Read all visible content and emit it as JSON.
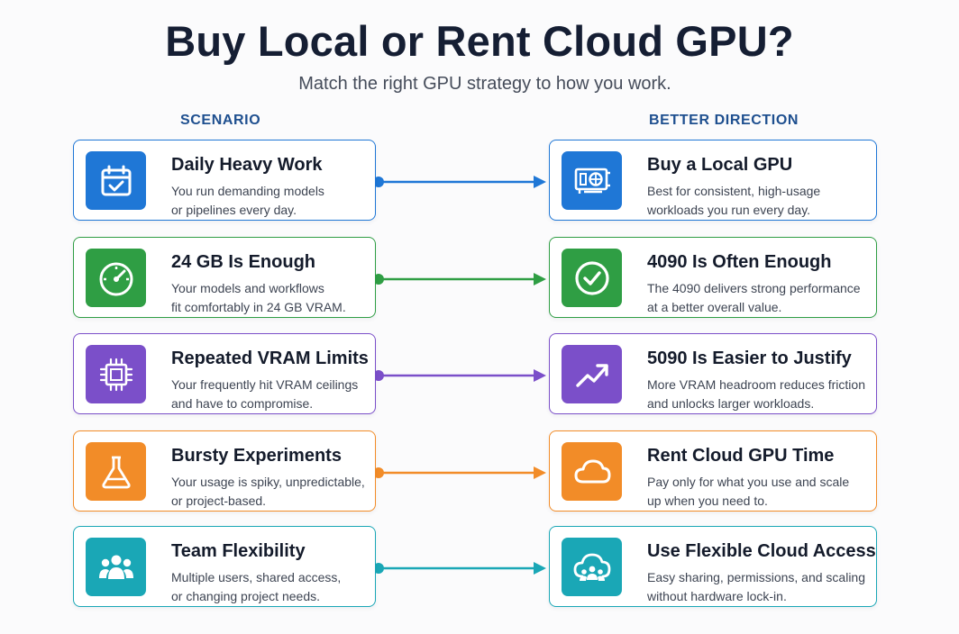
{
  "title": "Buy Local or Rent Cloud GPU?",
  "subtitle": "Match the right GPU strategy to how you work.",
  "columns": {
    "left": "SCENARIO",
    "right": "BETTER DIRECTION"
  },
  "rows": [
    {
      "color": "#1f77d6",
      "scenario": {
        "icon": "calendar-check-icon",
        "title": "Daily Heavy Work",
        "line1": "You run demanding models",
        "line2": "or pipelines every day."
      },
      "direction": {
        "icon": "gpu-card-icon",
        "title": "Buy a Local GPU",
        "line1": "Best for consistent, high-usage",
        "line2": "workloads you run every day."
      }
    },
    {
      "color": "#2f9e44",
      "scenario": {
        "icon": "gauge-icon",
        "title": "24 GB Is Enough",
        "line1": "Your models and workflows",
        "line2": "fit comfortably in 24 GB VRAM."
      },
      "direction": {
        "icon": "check-circle-icon",
        "title": "4090 Is Often Enough",
        "line1": "The 4090 delivers strong performance",
        "line2": "at a better overall value."
      }
    },
    {
      "color": "#7b4fc9",
      "scenario": {
        "icon": "chip-icon",
        "title": "Repeated VRAM Limits",
        "line1": "Your frequently hit VRAM ceilings",
        "line2": "and have to compromise."
      },
      "direction": {
        "icon": "trend-up-icon",
        "title": "5090 Is Easier to Justify",
        "line1": "More VRAM headroom reduces friction",
        "line2": "and unlocks larger workloads."
      }
    },
    {
      "color": "#f28c28",
      "scenario": {
        "icon": "flask-icon",
        "title": "Bursty Experiments",
        "line1": "Your usage is spiky, unpredictable,",
        "line2": "or project-based."
      },
      "direction": {
        "icon": "cloud-icon",
        "title": "Rent Cloud GPU Time",
        "line1": "Pay only for what you use and scale",
        "line2": "up when you need to."
      }
    },
    {
      "color": "#1aa7b6",
      "scenario": {
        "icon": "team-icon",
        "title": "Team Flexibility",
        "line1": "Multiple users, shared access,",
        "line2": "or changing project needs."
      },
      "direction": {
        "icon": "cloud-team-icon",
        "title": "Use Flexible Cloud Access",
        "line1": "Easy sharing, permissions, and scaling",
        "line2": "without hardware lock-in."
      }
    }
  ]
}
